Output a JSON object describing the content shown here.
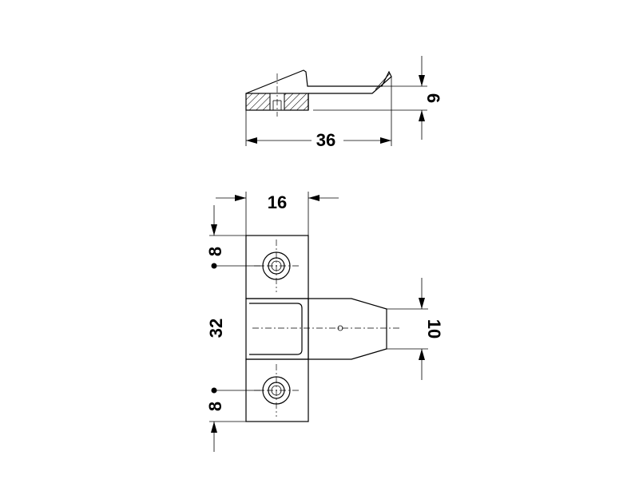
{
  "dimensions": {
    "side_length": "36",
    "side_height": "6",
    "front_width": "16",
    "top_offset": "8",
    "center_distance": "32",
    "bottom_offset": "8",
    "tongue_height": "10"
  }
}
